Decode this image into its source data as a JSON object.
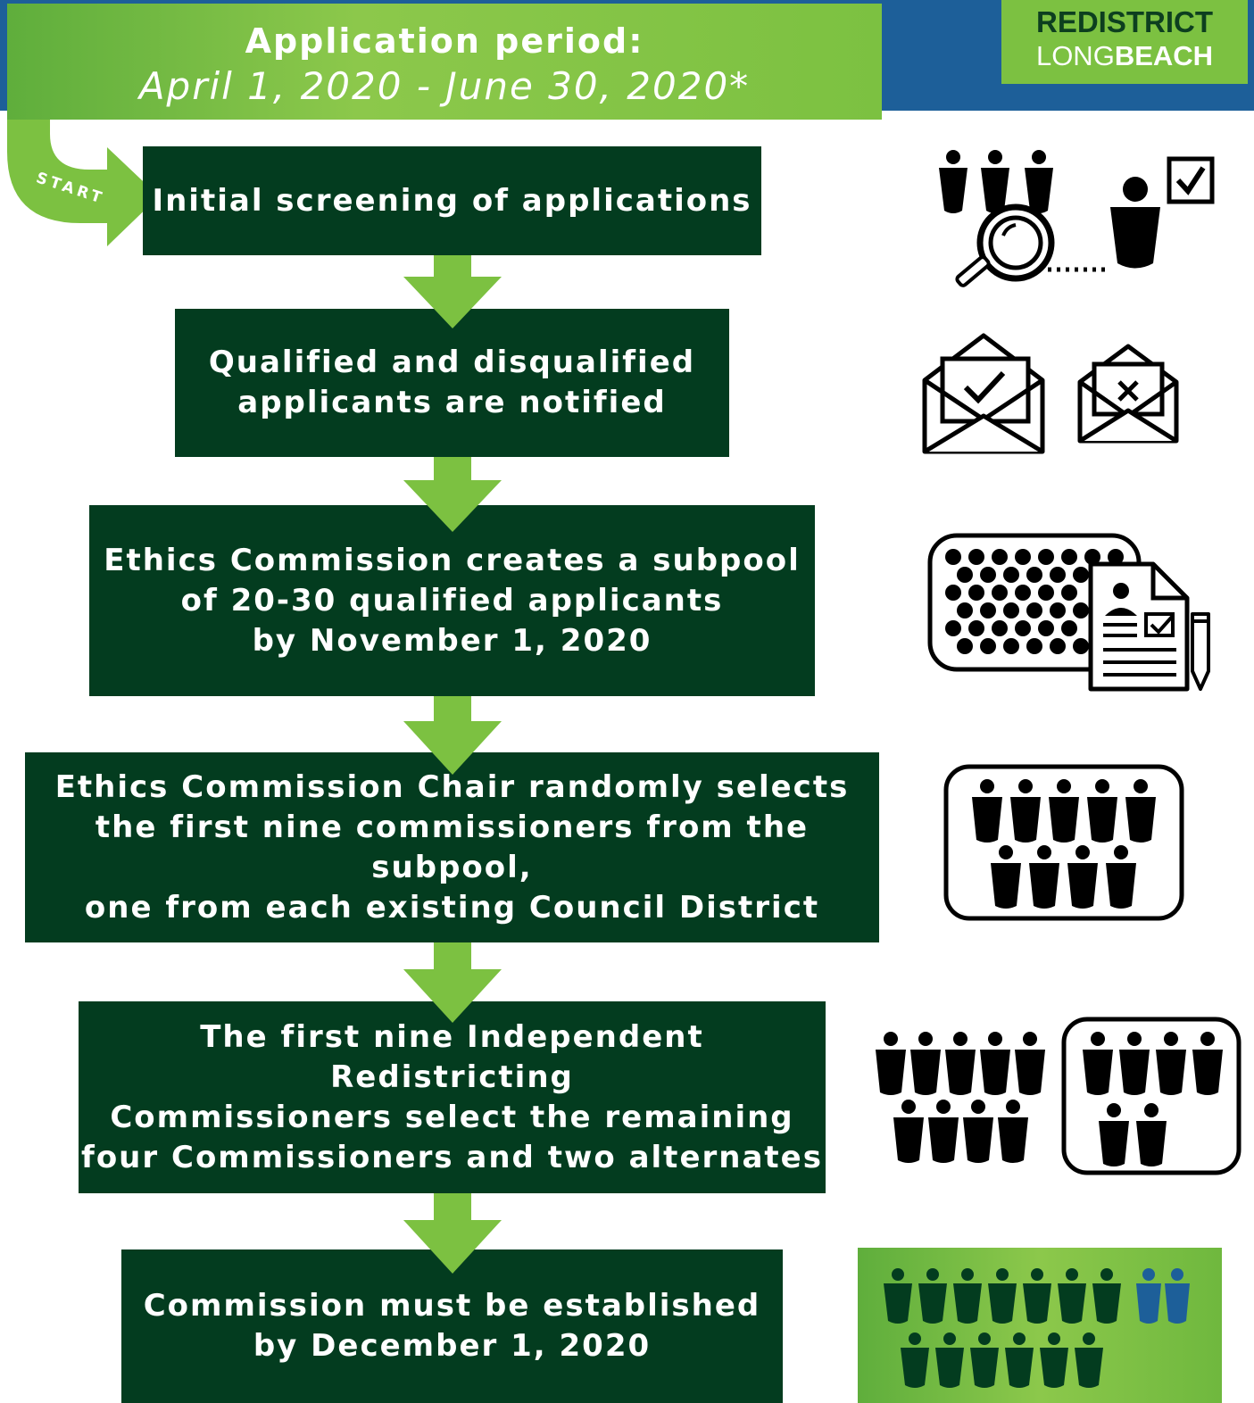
{
  "banner": {
    "title": "Application period:",
    "dates": "April 1, 2020 - June 30, 2020*"
  },
  "logo": {
    "line1": "REDISTRICT",
    "line2_light": "LONG",
    "line2_bold": "BEACH"
  },
  "start_label": "START",
  "steps": [
    "Initial screening of applications",
    "Qualified and disqualified\napplicants are notified",
    "Ethics Commission creates a subpool\nof 20-30 qualified applicants\nby November 1, 2020",
    "Ethics Commission Chair randomly selects\nthe first nine commissioners from the subpool,\none from each existing Council District",
    "The first nine Independent Redistricting\nCommissioners select the remaining\nfour Commissioners and two alternates",
    "Commission must be established\nby December 1, 2020"
  ],
  "colors": {
    "navy": "#1d5f99",
    "dark_green": "#033c1f",
    "light_green": "#7cc141",
    "alternate_blue": "#1d5f99"
  },
  "icons": [
    "screening-people-magnifier-icon",
    "notification-envelopes-icon",
    "subpool-grid-document-icon",
    "nine-commissioners-icon",
    "thirteen-commissioners-icon",
    "established-commission-icon"
  ]
}
